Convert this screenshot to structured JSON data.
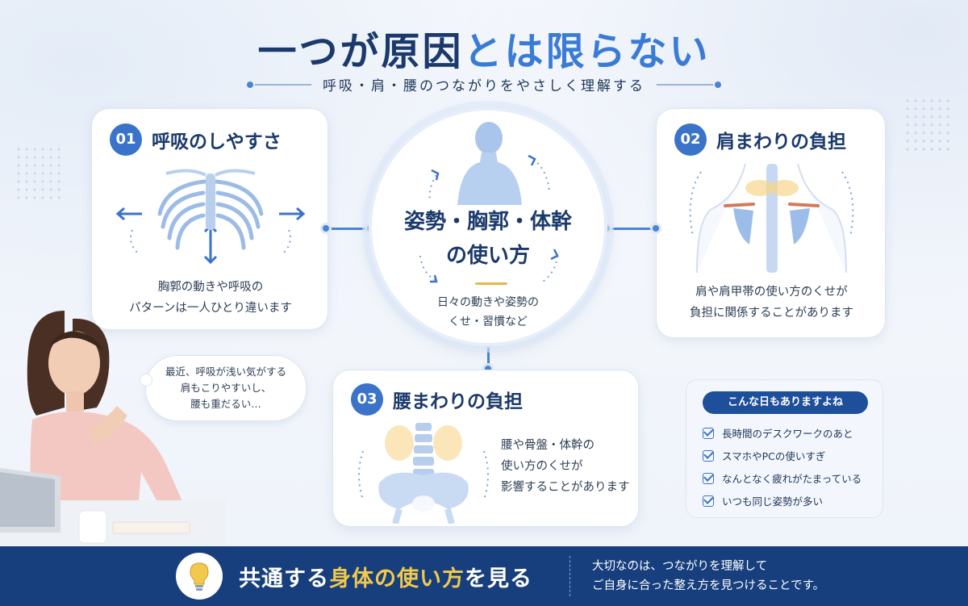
{
  "header": {
    "title_dark": "一つが原因",
    "title_blue": "とは限らない",
    "subtitle": "呼吸・肩・腰のつながりをやさしく理解する"
  },
  "card1": {
    "number": "01",
    "heading": "呼吸のしやすさ",
    "text_line1": "胸郭の動きや呼吸の",
    "text_line2": "パターンは一人ひとり違います"
  },
  "card2": {
    "number": "02",
    "heading": "肩まわりの負担",
    "text_line1": "肩や肩甲帯の使い方のくせが",
    "text_line2": "負担に関係することがあります"
  },
  "card3": {
    "number": "03",
    "heading": "腰まわりの負担",
    "text_line1": "腰や骨盤・体幹の",
    "text_line2": "使い方のくせが",
    "text_line3": "影響することがあります"
  },
  "center": {
    "title_line1": "姿勢・胸郭・体幹",
    "title_line2": "の使い方",
    "sub_line1": "日々の動きや姿勢の",
    "sub_line2": "くせ・習慣など"
  },
  "bubble": {
    "line1": "最近、呼吸が浅い気がする",
    "line2": "肩もこりやすいし、",
    "line3": "腰も重だるい…"
  },
  "checklist": {
    "title": "こんな日もありますよね",
    "items": [
      "長時間のデスクワークのあと",
      "スマホやPCの使いすぎ",
      "なんとなく疲れがたまっている",
      "いつも同じ姿勢が多い"
    ]
  },
  "banner": {
    "main_part1": "共通する",
    "main_highlight": "身体の使い方",
    "main_part2": "を見る",
    "sub_line1": "大切なのは、つながりを理解して",
    "sub_line2": "ご自身に合った整え方を見つけることです。"
  },
  "colors": {
    "navy": "#1b3a6b",
    "accent_blue": "#3a7bd5",
    "banner_bg": "#173f7d",
    "highlight_yellow": "#f2c94c"
  }
}
